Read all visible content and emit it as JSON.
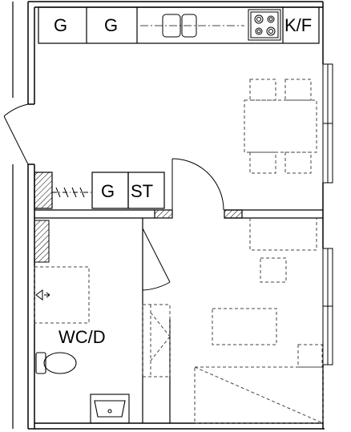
{
  "kitchen": {
    "cabinet_1": "G",
    "cabinet_2": "G",
    "stove_label": "K/F"
  },
  "hall": {
    "cabinet": "G",
    "storage": "ST"
  },
  "bathroom": {
    "label": "WC/D"
  },
  "colors": {
    "line": "#000000",
    "dashed": "#444444",
    "background": "#ffffff"
  }
}
